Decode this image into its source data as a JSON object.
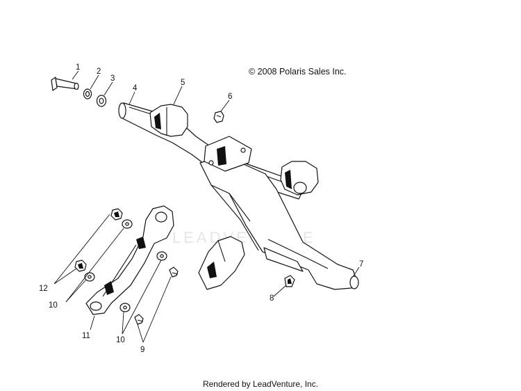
{
  "copyright": "© 2008 Polaris Sales Inc.",
  "footer": "Rendered by LeadVenture, Inc.",
  "watermark": "LEADVENTURE",
  "callouts": [
    "1",
    "2",
    "3",
    "4",
    "5",
    "6",
    "7",
    "8",
    "9",
    "10",
    "10",
    "11",
    "12"
  ]
}
